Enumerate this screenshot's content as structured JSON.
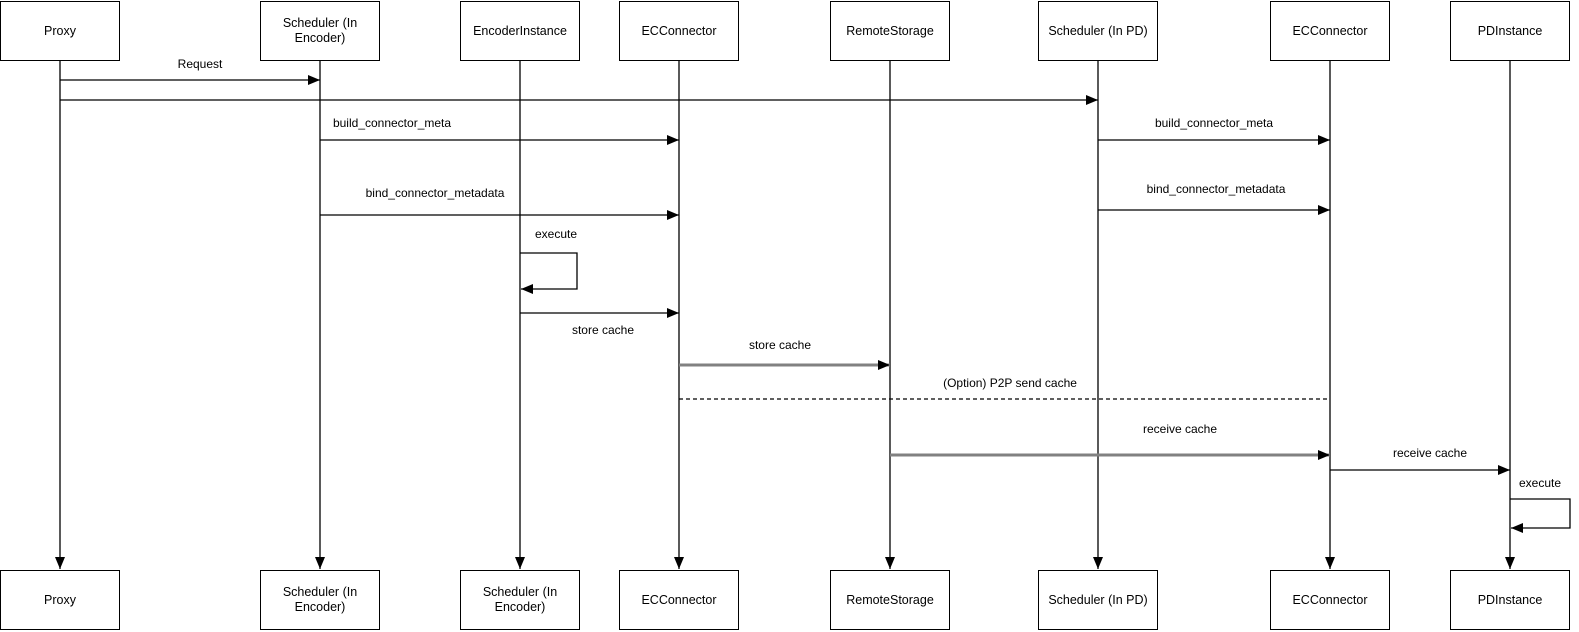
{
  "diagram": {
    "type": "sequence-diagram",
    "colors": {
      "stroke": "#000000",
      "bold_arrow": "#818181",
      "background": "#ffffff",
      "text": "#000000"
    },
    "participants": [
      {
        "id": "proxy",
        "top": "Proxy",
        "bottom": "Proxy"
      },
      {
        "id": "scheduler-encoder",
        "top": "Scheduler (In Encoder)",
        "bottom": "Scheduler (In Encoder)"
      },
      {
        "id": "encoder-instance",
        "top": "EncoderInstance",
        "bottom": "Scheduler (In Encoder)"
      },
      {
        "id": "ec-connector",
        "top": "ECConnector",
        "bottom": "ECConnector"
      },
      {
        "id": "remote-storage",
        "top": "RemoteStorage",
        "bottom": "RemoteStorage"
      },
      {
        "id": "scheduler-pd",
        "top": "Scheduler (In PD)",
        "bottom": "Scheduler (In PD)"
      },
      {
        "id": "ec-connector-pd",
        "top": "ECConnector",
        "bottom": "ECConnector"
      },
      {
        "id": "pd-instance",
        "top": "PDInstance",
        "bottom": "PDInstance"
      }
    ],
    "messages": [
      {
        "label": "Request",
        "from": "Proxy",
        "to": "Scheduler (In Encoder)",
        "style": "solid"
      },
      {
        "label": "",
        "from": "Proxy",
        "to": "Scheduler (In PD)",
        "style": "solid"
      },
      {
        "label": "build_connector_meta",
        "from": "Scheduler (In Encoder)",
        "to": "ECConnector",
        "style": "solid"
      },
      {
        "label": "build_connector_meta",
        "from": "Scheduler (In PD)",
        "to": "ECConnector",
        "style": "solid"
      },
      {
        "label": "bind_connector_metadata",
        "from": "Scheduler (In Encoder)",
        "to": "ECConnector",
        "style": "solid"
      },
      {
        "label": "bind_connector_metadata",
        "from": "Scheduler (In PD)",
        "to": "ECConnector",
        "style": "solid"
      },
      {
        "label": "execute",
        "from": "EncoderInstance",
        "to": "EncoderInstance",
        "style": "self"
      },
      {
        "label": "store cache",
        "from": "EncoderInstance",
        "to": "ECConnector",
        "style": "solid"
      },
      {
        "label": "store cache",
        "from": "ECConnector",
        "to": "RemoteStorage",
        "style": "bold"
      },
      {
        "label": "(Option) P2P send cache",
        "from": "ECConnector",
        "to": "ECConnector (PD)",
        "style": "dashed"
      },
      {
        "label": "receive cache",
        "from": "RemoteStorage",
        "to": "ECConnector (PD)",
        "style": "bold"
      },
      {
        "label": "receive cache",
        "from": "ECConnector (PD)",
        "to": "PDInstance",
        "style": "solid"
      },
      {
        "label": "execute",
        "from": "PDInstance",
        "to": "PDInstance",
        "style": "self"
      }
    ]
  }
}
